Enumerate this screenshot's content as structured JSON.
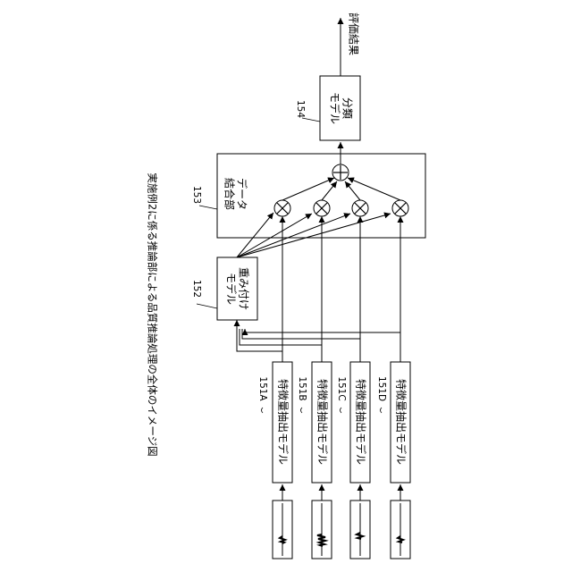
{
  "caption": "実施例2に係る推論部による品質推論処理の全体のイメージ図",
  "signals": [
    {
      "id": "signal-a"
    },
    {
      "id": "signal-b"
    },
    {
      "id": "signal-c"
    },
    {
      "id": "signal-d"
    }
  ],
  "extractors": [
    {
      "label": "特徴量抽出モデル",
      "ref": "151A"
    },
    {
      "label": "特徴量抽出モデル",
      "ref": "151B"
    },
    {
      "label": "特徴量抽出モデル",
      "ref": "151C"
    },
    {
      "label": "特徴量抽出モデル",
      "ref": "151D"
    }
  ],
  "weight_model": {
    "line1": "重み付け",
    "line2": "モデル",
    "ref": "152"
  },
  "data_combiner": {
    "line1": "データ",
    "line2": "結合部",
    "ref": "153"
  },
  "classifier": {
    "line1": "分類",
    "line2": "モデル",
    "ref": "154"
  },
  "output_label": "評価結果",
  "icons": {
    "multiply": "multiply-circle-icon",
    "sum": "plus-circle-icon"
  }
}
